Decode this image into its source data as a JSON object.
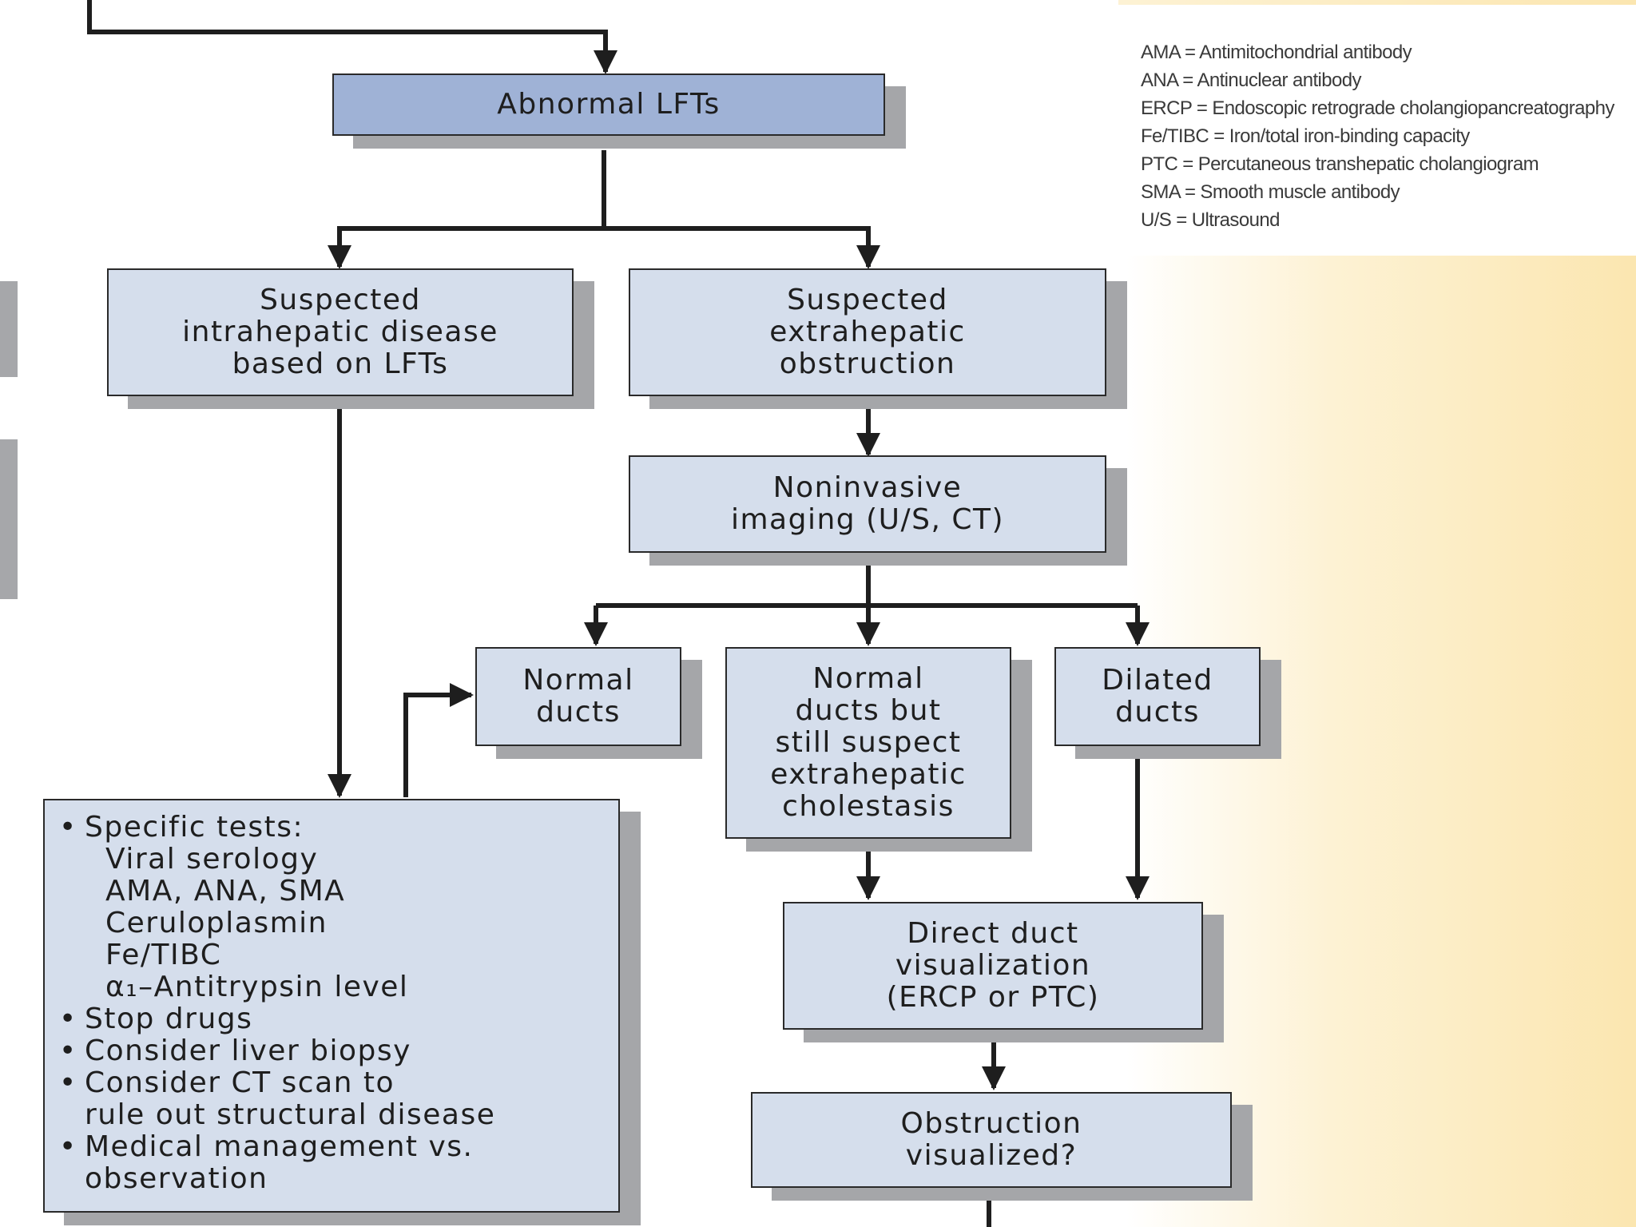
{
  "legend": [
    "AMA = Antimitochondrial antibody",
    "ANA = Antinuclear antibody",
    "ERCP = Endoscopic retrograde cholangiopancreatography",
    "Fe/TIBC = Iron/total iron-binding capacity",
    "PTC = Percutaneous transhepatic cholangiogram",
    "SMA = Smooth muscle antibody",
    "U/S = Ultrasound"
  ],
  "nodes": {
    "abnormal_lfts": "Abnormal LFTs",
    "intrahepatic": "Suspected\nintrahepatic disease\nbased on LFTs",
    "extrahepatic": "Suspected\nextrahepatic\nobstruction",
    "imaging": "Noninvasive\nimaging (U/S, CT)",
    "normal_ducts": "Normal\nducts",
    "normal_but_suspect": "Normal\nducts but\nstill suspect\nextrahepatic\ncholestasis",
    "dilated_ducts": "Dilated\nducts",
    "direct_visualization": "Direct duct\nvisualization\n(ERCP or PTC)",
    "obstruction": "Obstruction\nvisualized?"
  },
  "tests": {
    "specific": "Specific tests:",
    "viral": "Viral serology",
    "antibodies": "AMA, ANA, SMA",
    "ceruloplasmin": "Ceruloplasmin",
    "fe": "Fe/TIBC",
    "alpha": "α₁–Antitrypsin level",
    "stop": "Stop drugs",
    "biopsy": "Consider liver biopsy",
    "ct": "Consider CT scan to",
    "ct_cont": "rule out structural disease",
    "management": "Medical management vs.",
    "management_cont": "observation"
  }
}
